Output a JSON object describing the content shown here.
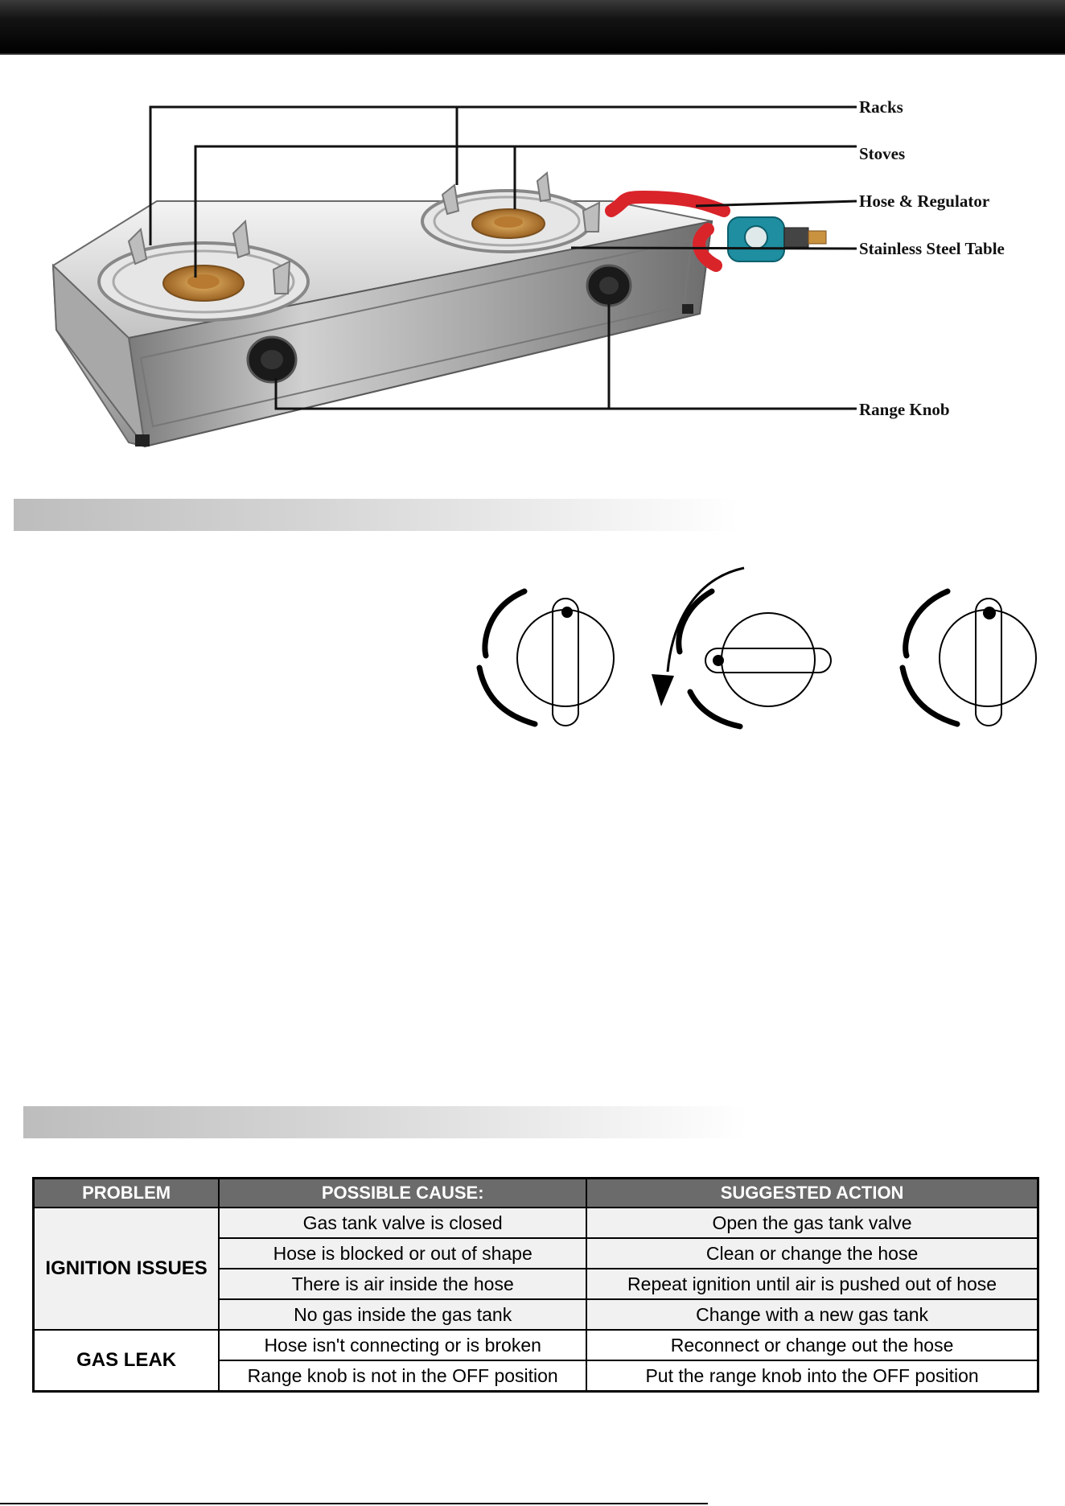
{
  "diagram": {
    "labels": {
      "racks": "Racks",
      "stoves": "Stoves",
      "hose": "Hose & Regulator",
      "table": "Stainless Steel Table",
      "knob": "Range Knob"
    }
  },
  "table": {
    "headers": [
      "PROBLEM",
      "POSSIBLE CAUSE:",
      "SUGGESTED ACTION"
    ],
    "groups": [
      {
        "problem": "IGNITION ISSUES",
        "rows": [
          {
            "cause": "Gas tank valve is closed",
            "action": "Open the gas tank valve"
          },
          {
            "cause": "Hose is blocked or out of shape",
            "action": "Clean or change the hose"
          },
          {
            "cause": "There is air inside the hose",
            "action": "Repeat ignition until air is pushed out of hose"
          },
          {
            "cause": "No gas inside the gas tank",
            "action": "Change with a new gas tank"
          }
        ]
      },
      {
        "problem": "GAS LEAK",
        "rows": [
          {
            "cause": "Hose isn't connecting or is broken",
            "action": "Reconnect or change out the hose"
          },
          {
            "cause": "Range knob is not in the OFF position",
            "action": "Put the range knob into the OFF position"
          }
        ]
      }
    ]
  },
  "colors": {
    "header_bg": "#6b6b6b",
    "hose_red": "#d9242a",
    "regulator_teal": "#1e8ea0",
    "brass": "#c9923f"
  }
}
